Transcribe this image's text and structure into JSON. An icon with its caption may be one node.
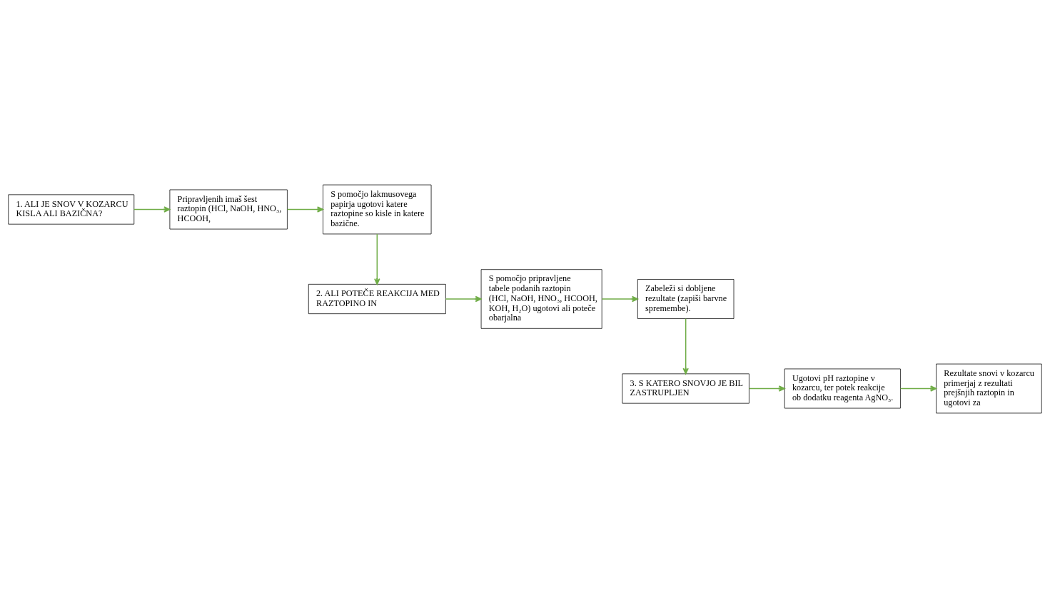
{
  "diagram": {
    "nodes": [
      {
        "text": [
          "1. ALI JE SNOV V KOZARCU KISLA ALI BAZIČNA?"
        ]
      },
      {
        "text": [
          "Pripravljenih imaš šest raztopin (HCl, NaOH, HNO₃, HCOOH,"
        ]
      },
      {
        "text": [
          "S pomočjo lakmusovega papirja ugotovi katere raztopine so kisle in katere bazične."
        ]
      },
      {
        "text": [
          "2. ALI POTEČE REAKCIJA MED RAZTOPINO IN"
        ]
      },
      {
        "text": [
          "S pomočjo pripravljene tabele podanih raztopin (HCl, NaOH, HNO₃, HCOOH, KOH, H₂O) ugotovi ali poteče obarjalna"
        ]
      },
      {
        "text": [
          "Zabeleži si dobljene rezultate (zapiši barvne spremembe)."
        ]
      },
      {
        "text": [
          "3. S KATERO SNOVJO JE BIL ZASTRUPLJEN"
        ]
      },
      {
        "text": [
          "Ugotovi pH raztopine v kozarcu, ter potek reakcije ob dodatku reagenta AgNO₃."
        ]
      },
      {
        "text": [
          "Rezultate snovi v kozarcu primerjaj z rezultati prejšnjih raztopin in ugotovi za"
        ]
      }
    ],
    "edges": [
      {
        "from": 0,
        "to": 1,
        "arrow": "to"
      },
      {
        "from": 1,
        "to": 2,
        "arrow": "to"
      },
      {
        "from": 2,
        "to": 3,
        "arrow": "to"
      },
      {
        "from": 3,
        "to": 4,
        "arrow": "to"
      },
      {
        "from": 4,
        "to": 5,
        "arrow": "to"
      },
      {
        "from": 5,
        "to": 6,
        "arrow": "to"
      },
      {
        "from": 6,
        "to": 7,
        "arrow": "to"
      },
      {
        "from": 7,
        "to": 8,
        "arrow": "to"
      }
    ]
  }
}
